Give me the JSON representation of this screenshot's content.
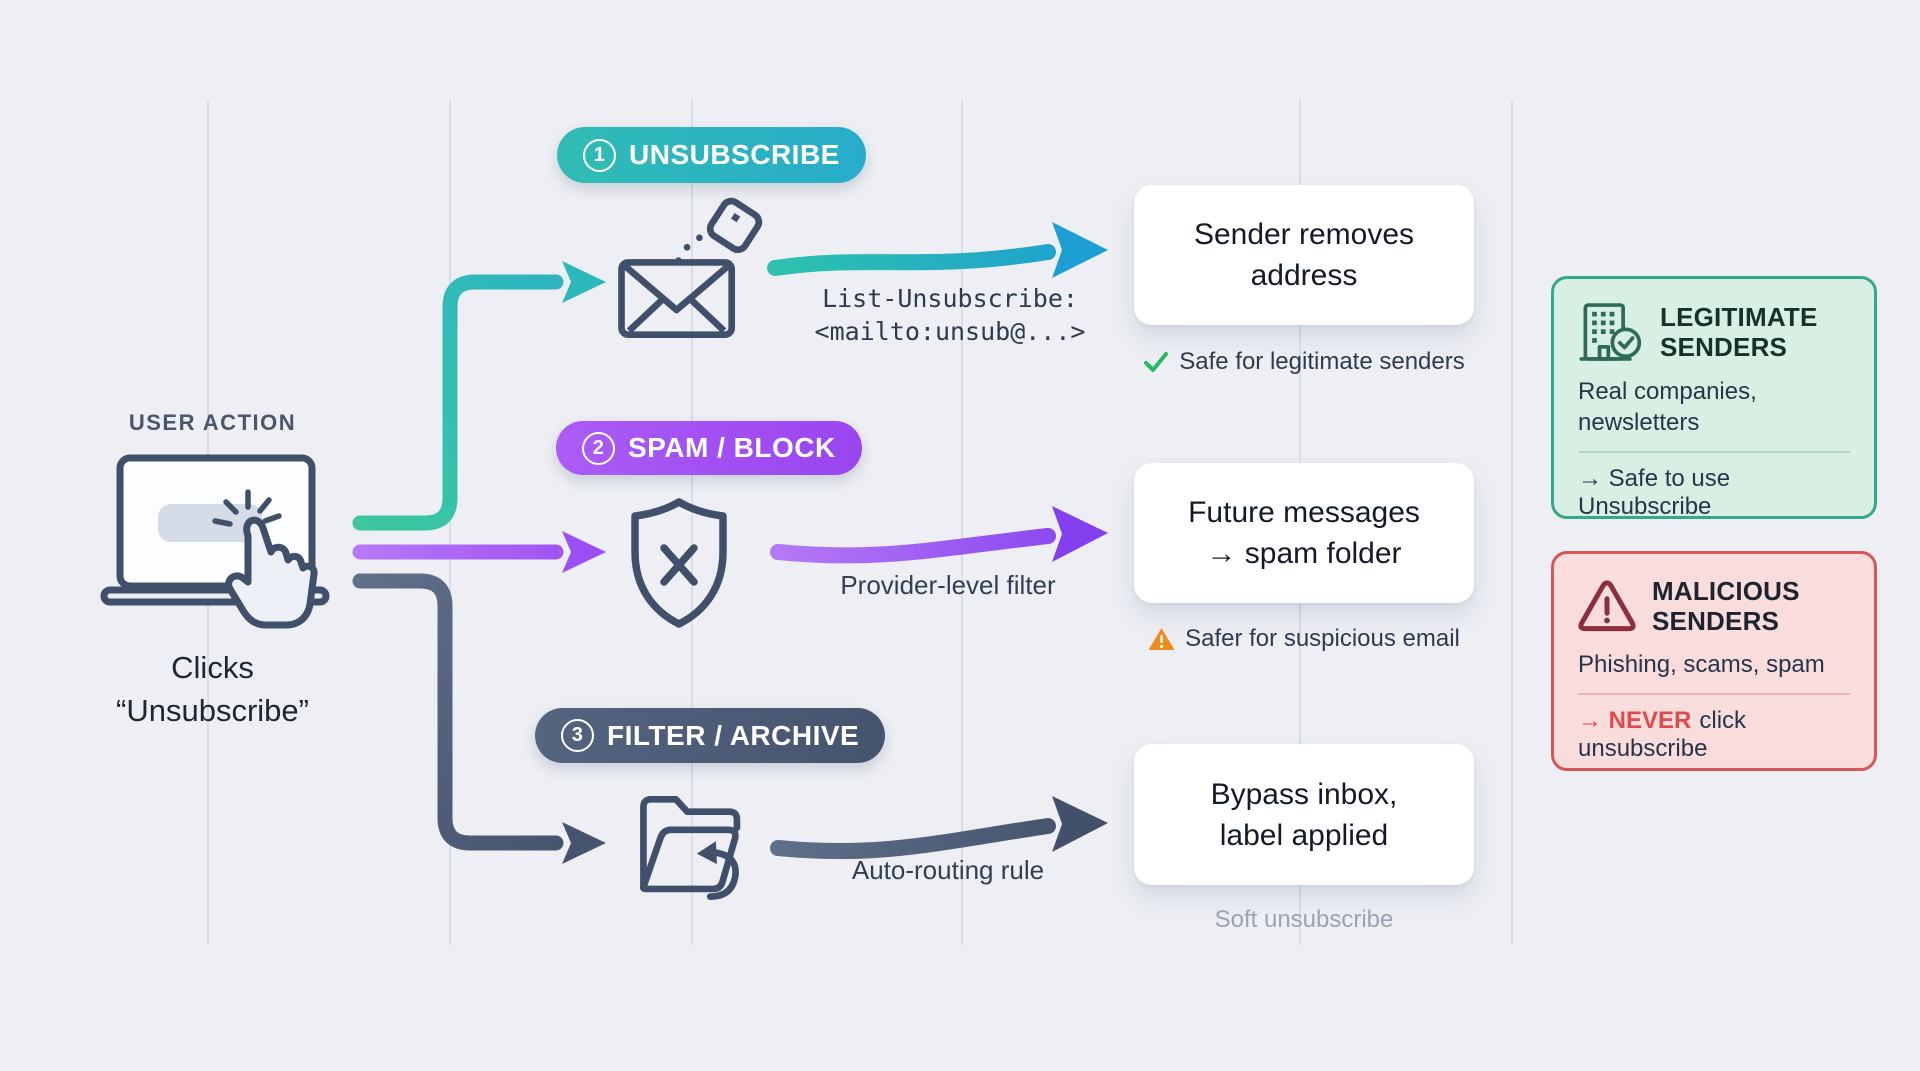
{
  "user_action": {
    "heading": "USER ACTION",
    "caption_line1": "Clicks",
    "caption_line2": "“Unsubscribe”"
  },
  "branches": [
    {
      "number": "1",
      "badge": "UNSUBSCRIBE",
      "code_line1": "List-Unsubscribe:",
      "code_line2": "<mailto:unsub@...>",
      "result_line1": "Sender removes",
      "result_line2": "address",
      "note": "Safe for legitimate senders",
      "color": "#28accb"
    },
    {
      "number": "2",
      "badge": "SPAM / BLOCK",
      "arrow_label": "Provider-level filter",
      "result_line1": "Future messages",
      "result_line2": "→ spam folder",
      "note": "Safer for suspicious email",
      "color": "#9a45f0"
    },
    {
      "number": "3",
      "badge": "FILTER / ARCHIVE",
      "arrow_label": "Auto-routing rule",
      "result_line1": "Bypass inbox,",
      "result_line2": "label applied",
      "note": "Soft unsubscribe",
      "color": "#46546e"
    }
  ],
  "legitimate_panel": {
    "title_line1": "LEGITIMATE",
    "title_line2": "SENDERS",
    "body_line1": "Real companies,",
    "body_line2": "newsletters",
    "footer": "→ Safe to use Unsubscribe",
    "border_color": "#34a987",
    "bg_color": "#d7f0e3"
  },
  "malicious_panel": {
    "title_line1": "MALICIOUS",
    "title_line2": "SENDERS",
    "body": "Phishing, scams, spam",
    "footer_emphasis": "→ NEVER",
    "footer_rest": "click unsubscribe",
    "border_color": "#d45858",
    "bg_color": "#f9dcdc"
  },
  "colors": {
    "background": "#edeff4",
    "teal_arrow_start": "#3cc79f",
    "teal_arrow_end": "#1d9ed3",
    "purple_arrow_start": "#b678f6",
    "purple_arrow_end": "#8440ef",
    "slate_arrow_start": "#5f6e89",
    "slate_arrow_end": "#42506a",
    "icon_stroke": "#41506a",
    "check_green": "#25b964",
    "warning_orange": "#ee8c1f",
    "never_red": "#df4b4b",
    "soft_note_gray": "#99a3b4"
  }
}
